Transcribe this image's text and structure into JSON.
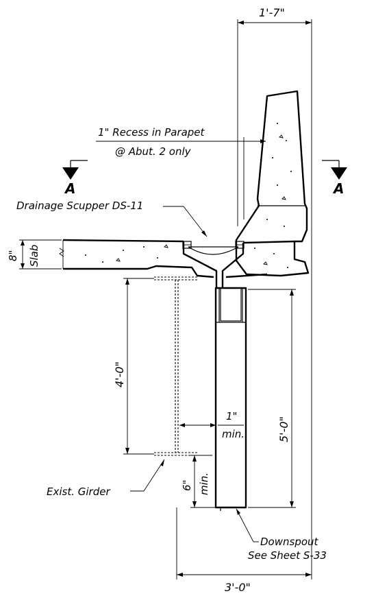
{
  "labels": {
    "dim_top": "1'-7\"",
    "recess_line1": "1\" Recess in Parapet",
    "recess_line2": "@ Abut. 2 only",
    "section_left": "A",
    "section_right": "A",
    "drainage_scupper": "Drainage Scupper DS-11",
    "slab_depth": "8\"",
    "slab": "Slab",
    "dim_4ft": "4'-0\"",
    "dim_5ft": "5'-0\"",
    "dim_1in": "1\"",
    "dim_1in_min": "min.",
    "dim_6in": "6\"",
    "dim_6in_min": "min.",
    "exist_girder": "Exist. Girder",
    "downspout_line1": "Downspout",
    "downspout_line2": "See Sheet S-33",
    "dim_bottom": "3'-0\""
  }
}
